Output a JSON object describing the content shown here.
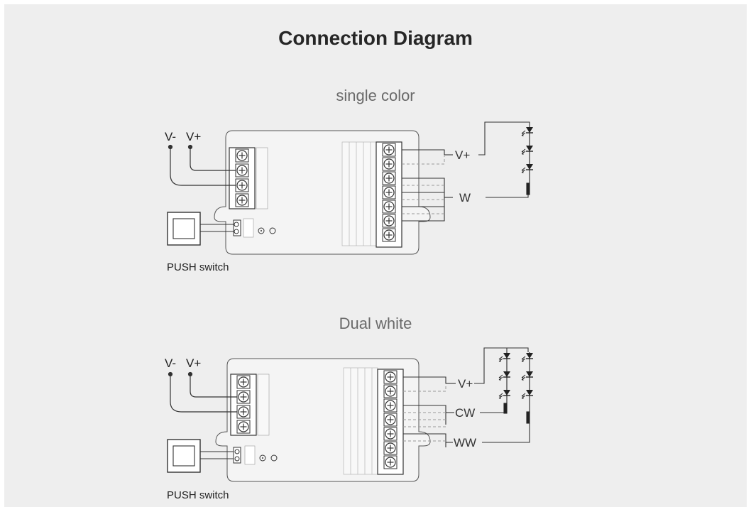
{
  "title": "Connection Diagram",
  "sections": [
    {
      "title": "single color",
      "inputs": {
        "minus": "V-",
        "plus": "V+"
      },
      "outputs": [
        "V+",
        "W"
      ],
      "switch_label": "PUSH switch"
    },
    {
      "title": "Dual white",
      "inputs": {
        "minus": "V-",
        "plus": "V+"
      },
      "outputs": [
        "V+",
        "CW",
        "WW"
      ],
      "switch_label": "PUSH switch"
    }
  ],
  "colors": {
    "background": "#eeeeee",
    "line": "#333333",
    "dashed": "#9a9a9a"
  }
}
